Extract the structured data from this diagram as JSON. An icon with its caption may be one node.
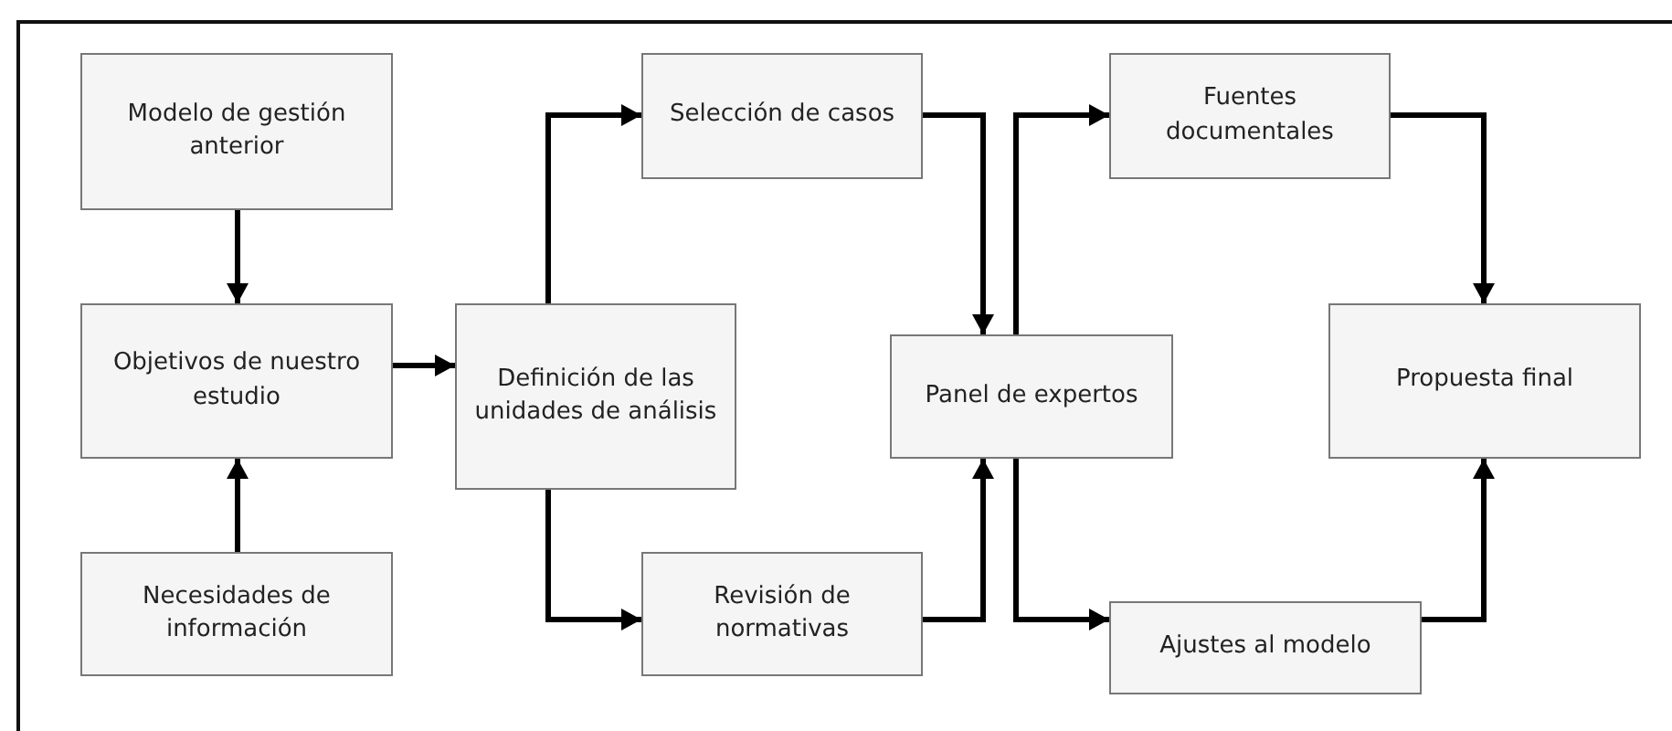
{
  "diagram": {
    "nodes": [
      {
        "text": [
          "Modelo de gestión anterior"
        ]
      },
      {
        "text": [
          "Objetivos de nuestro estudio"
        ]
      },
      {
        "text": [
          "Necesidades de información"
        ]
      },
      {
        "text": [
          "Definición de las unidades de análisis"
        ]
      },
      {
        "text": [
          "Selección de casos"
        ]
      },
      {
        "text": [
          "Revisión de normativas"
        ]
      },
      {
        "text": [
          "Panel de expertos"
        ]
      },
      {
        "text": [
          "Fuentes documentales"
        ]
      },
      {
        "text": [
          "Propuesta final"
        ]
      },
      {
        "text": [
          "Ajustes al modelo"
        ]
      }
    ],
    "edges": [
      {
        "from": 0,
        "to": 1,
        "arrow": "to"
      },
      {
        "from": 2,
        "to": 1,
        "arrow": "to"
      },
      {
        "from": 1,
        "to": 3,
        "arrow": "to"
      },
      {
        "from": 3,
        "to": 4,
        "arrow": "to"
      },
      {
        "from": 3,
        "to": 5,
        "arrow": "to"
      },
      {
        "from": 4,
        "to": 6,
        "arrow": "to"
      },
      {
        "from": 5,
        "to": 6,
        "arrow": "to"
      },
      {
        "from": 6,
        "to": 7,
        "arrow": "to"
      },
      {
        "from": 6,
        "to": 9,
        "arrow": "to"
      },
      {
        "from": 7,
        "to": 8,
        "arrow": "to"
      },
      {
        "from": 9,
        "to": 8,
        "arrow": "to"
      }
    ]
  }
}
